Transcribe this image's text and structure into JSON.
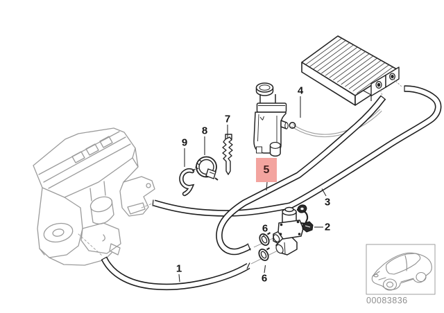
{
  "diagram": {
    "type": "parts-diagram",
    "callouts": {
      "c1": "1",
      "c2": "2",
      "c3": "3",
      "c4": "4",
      "c5": "5",
      "c6a": "6",
      "c6b": "6",
      "c7": "7",
      "c8": "8",
      "c9": "9"
    },
    "highlighted_callout": "5",
    "footer_code": "00083836",
    "colors": {
      "highlight_fill": "#f3a49f",
      "part_line": "#1f1f1f",
      "engine_line": "#9b9b9b",
      "thumbnail_line": "#8f8f8f"
    }
  }
}
